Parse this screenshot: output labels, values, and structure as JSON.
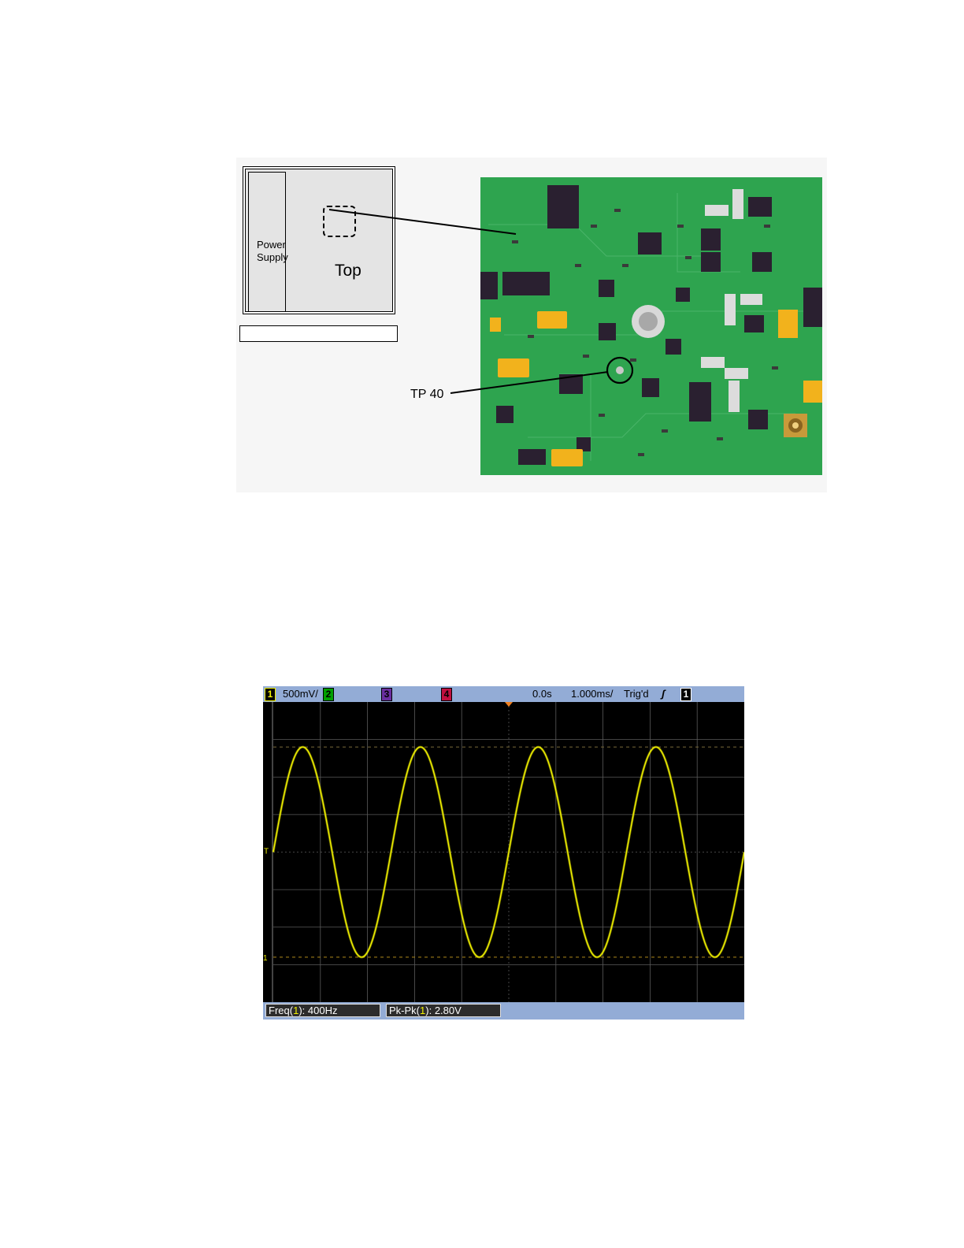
{
  "figure1": {
    "power_supply_label": "Power\nSupply",
    "top_label": "Top",
    "test_point_label": "TP 40"
  },
  "scope": {
    "channel_badges": [
      "1",
      "2",
      "3",
      "4"
    ],
    "ch1_scale": "500mV/",
    "time_position": "0.0s",
    "time_scale": "1.000ms/",
    "trigger_status": "Trig'd",
    "trigger_slope_icon": "rising-edge-icon",
    "trigger_source": "1",
    "measurements": [
      {
        "name": "Freq",
        "channel": "1",
        "value": "400Hz"
      },
      {
        "name": "Pk-Pk",
        "channel": "1",
        "value": "2.80V"
      }
    ],
    "colors": {
      "trace": "#f0f000",
      "status_bar": "#93acd6",
      "background": "#000000",
      "grid": "#5a5a5a"
    }
  },
  "chart_data": {
    "type": "line",
    "title": "",
    "xlabel": "",
    "ylabel": "",
    "x_divisions": 10,
    "y_divisions": 8,
    "time_per_div_ms": 1.0,
    "volts_per_div": 0.5,
    "xlim_ms": [
      -5,
      5
    ],
    "ylim_v": [
      -2,
      2
    ],
    "grid": true,
    "series": [
      {
        "name": "1",
        "waveform": "sine",
        "frequency_hz": 400,
        "peak_to_peak_v": 2.8,
        "offset_v": 0,
        "phase_at_left_edge_deg": 0
      }
    ]
  }
}
